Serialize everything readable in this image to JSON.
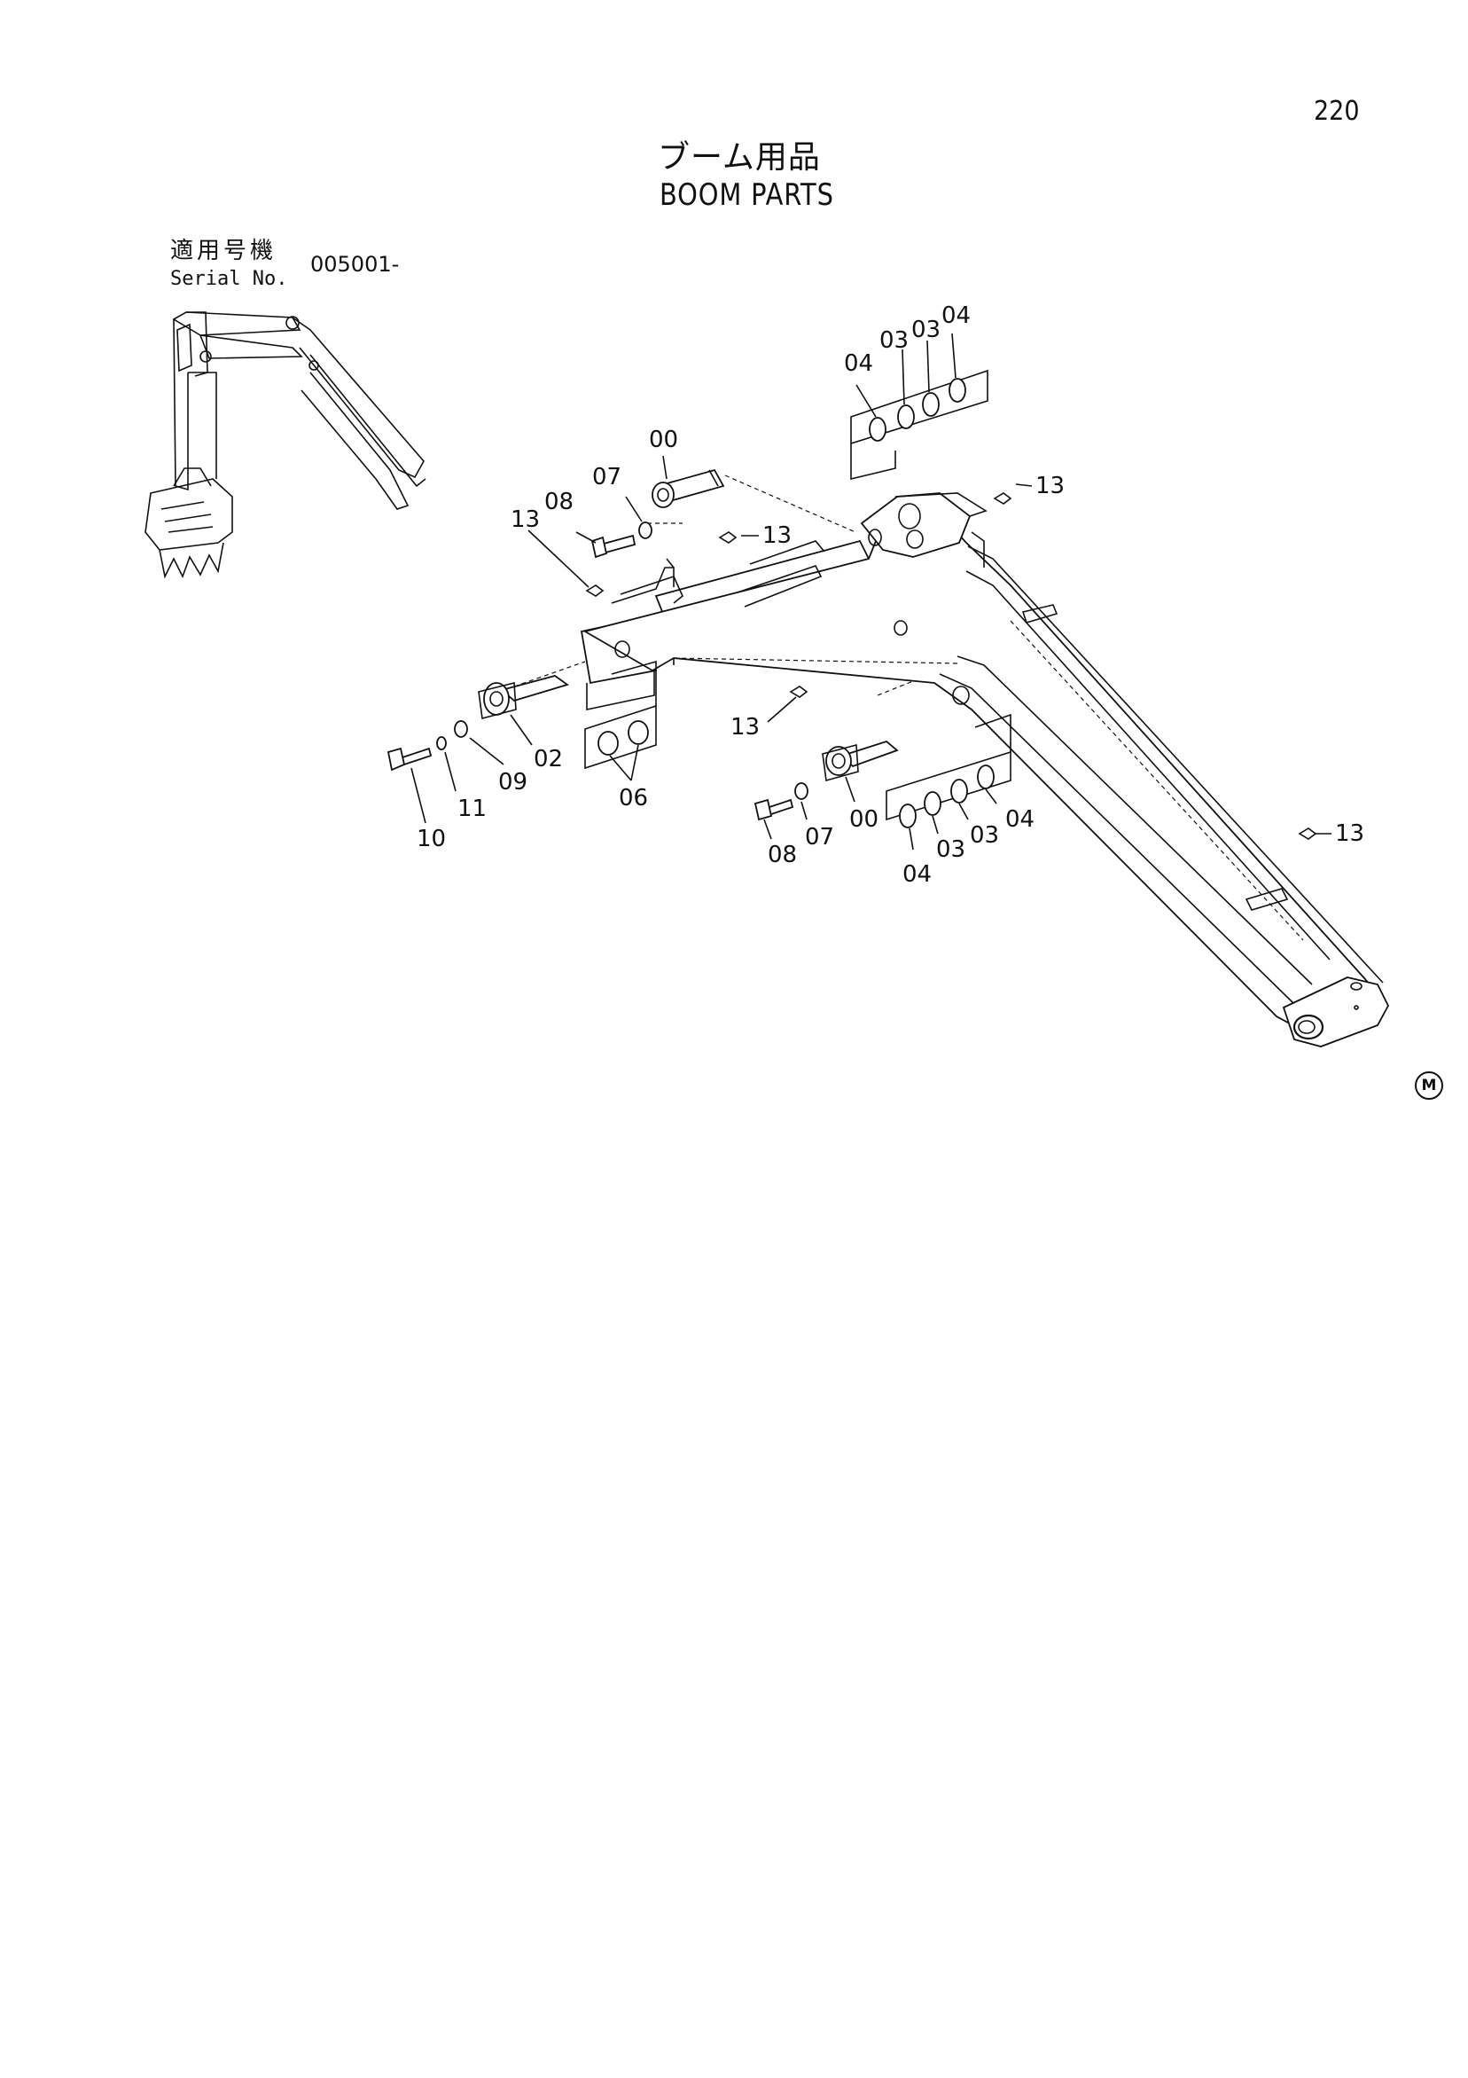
{
  "page_number": "220",
  "title_jp": "ブーム用品",
  "title_en": "BOOM PARTS",
  "serial": {
    "label_jp": "適用号機",
    "label_en": "Serial No.",
    "value": "005001-"
  },
  "badge": "M",
  "callouts": {
    "c01": "04",
    "c02": "03",
    "c03": "03",
    "c04": "04",
    "c05": "13",
    "c06": "00",
    "c07": "07",
    "c08": "08",
    "c09": "13",
    "c10": "13",
    "c11": "13",
    "c12": "02",
    "c13": "09",
    "c14": "11",
    "c15": "10",
    "c16": "06",
    "c17": "08",
    "c18": "07",
    "c19": "00",
    "c20": "04",
    "c21": "03",
    "c22": "03",
    "c23": "04",
    "c24": "13"
  }
}
